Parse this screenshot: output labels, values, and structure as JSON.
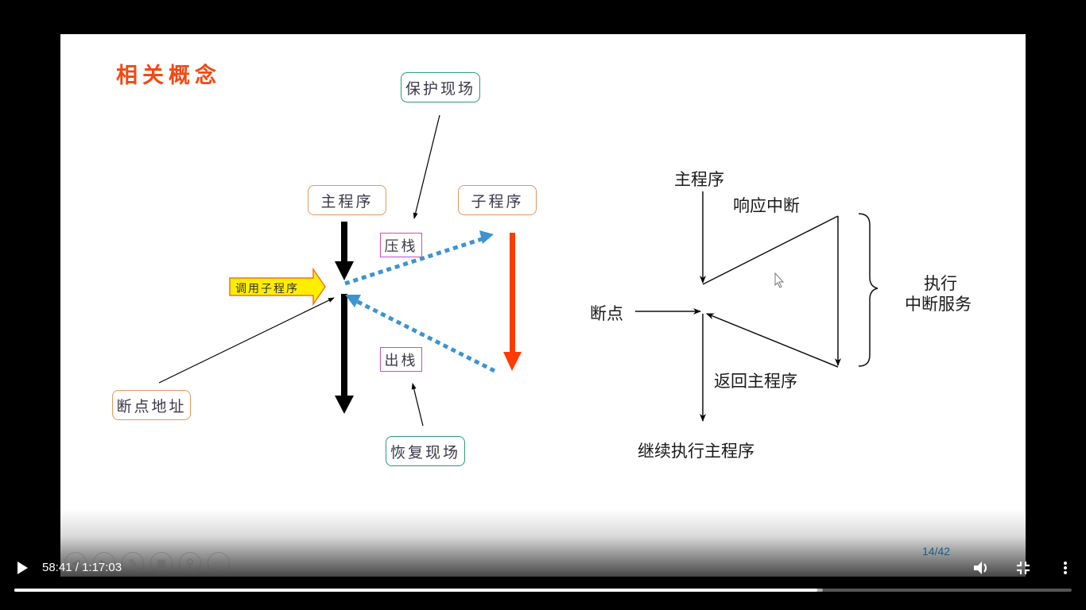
{
  "slide": {
    "title": "相关概念",
    "left_diagram": {
      "main_program": "主程序",
      "sub_program": "子程序",
      "call_subroutine": "调用子程序",
      "protect_scene": "保护现场",
      "push_stack": "压栈",
      "pop_stack": "出栈",
      "restore_scene": "恢复现场",
      "breakpoint_address": "断点地址"
    },
    "right_diagram": {
      "main_program": "主程序",
      "respond_interrupt": "响应中断",
      "breakpoint": "断点",
      "execute_line1": "执行",
      "execute_line2": "中断服务",
      "return_main": "返回主程序",
      "continue_main": "继续执行主程序"
    },
    "page_indicator": "14/42",
    "ppt_tools": [
      "previous-icon",
      "next-icon",
      "pen-icon",
      "slides-icon",
      "zoom-icon",
      "more-icon"
    ]
  },
  "player": {
    "current_time": "58:41",
    "separator": " / ",
    "duration": "1:17:03",
    "progress_percent": 76.2,
    "colors": {
      "played": "#ffffff",
      "buffered": "#aaaaaa",
      "track": "#555555"
    }
  },
  "colors": {
    "title": "#f04a14",
    "orange_border": "#e7955c",
    "teal_border": "#2a9a7a",
    "magenta_border": "#c74ec7",
    "dotted_arrow": "#3d93d1",
    "red_arrow": "#ff3b00",
    "call_arrow_fill": "#ffee00",
    "page_indicator": "#1d5a86"
  }
}
